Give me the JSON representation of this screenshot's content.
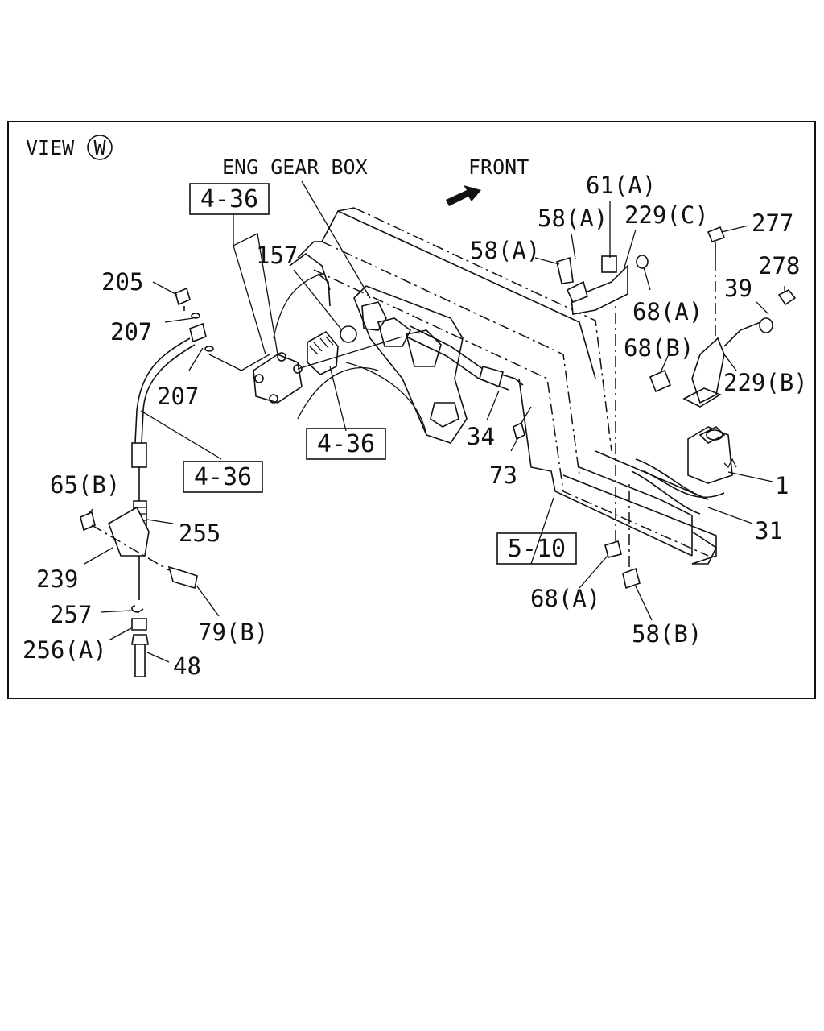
{
  "view": {
    "prefix": "VIEW",
    "letter": "W"
  },
  "headings": {
    "gearbox": "ENG GEAR BOX",
    "front": "FRONT"
  },
  "refs": {
    "r1": "4-36",
    "r2": "4-36",
    "r3": "4-36",
    "r4": "5-10"
  },
  "callouts": {
    "c157": "157",
    "c205": "205",
    "c207a": "207",
    "c207b": "207",
    "c65b": "65(B)",
    "c255": "255",
    "c239": "239",
    "c257": "257",
    "c256a": "256(A)",
    "c79b": "79(B)",
    "c48": "48",
    "c34": "34",
    "c73": "73",
    "c61a": "61(A)",
    "c58a1": "58(A)",
    "c229c": "229(C)",
    "c58a2": "58(A)",
    "c68a1": "68(A)",
    "c277": "277",
    "c278": "278",
    "c39": "39",
    "c68b": "68(B)",
    "c229b": "229(B)",
    "c1": "1",
    "c31": "31",
    "c68a2": "68(A)",
    "c58b": "58(B)"
  }
}
